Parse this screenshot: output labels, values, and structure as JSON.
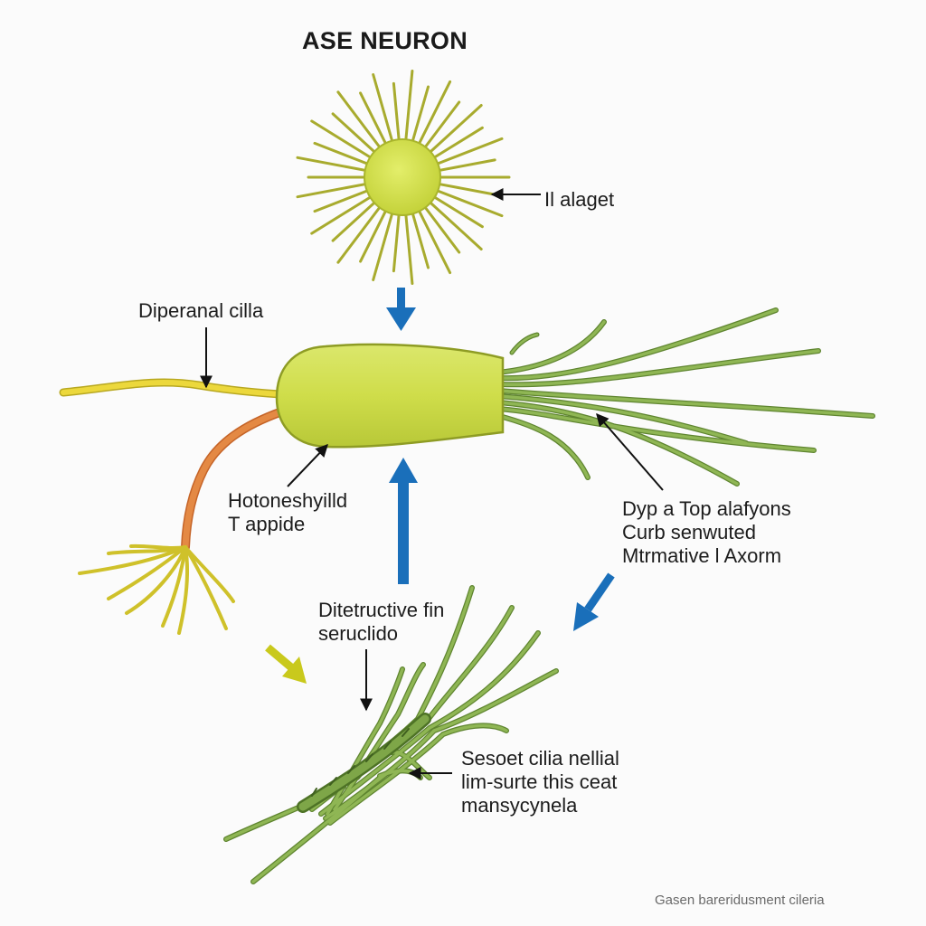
{
  "title": "ASE NEURON",
  "labels": {
    "flagellum": "Il alaget",
    "dendritic_cilia": "Diperanal cilla",
    "soma": [
      "Hotoneshyilld",
      "T appide"
    ],
    "axon": [
      "Dyp a Top alafyons",
      "Curb senwuted",
      "Mtrmative l Axorm"
    ],
    "destructive": [
      "Ditetructive fin",
      "seruclido"
    ],
    "sensory": [
      "Sesoet cilia nellial",
      "lim-surte this ceat",
      "mansycynela"
    ]
  },
  "caption": "Gasen bareridusment cileria",
  "colors": {
    "cell_body": "#d4e34a",
    "cilia_green": "#7ea648",
    "starburst_ray": "#a8ab2e",
    "yellow_process": "#e8d23a",
    "orange_process": "#dd7a3a",
    "blue_arrow": "#1a6fba",
    "yellow_arrow": "#c9c91c"
  }
}
